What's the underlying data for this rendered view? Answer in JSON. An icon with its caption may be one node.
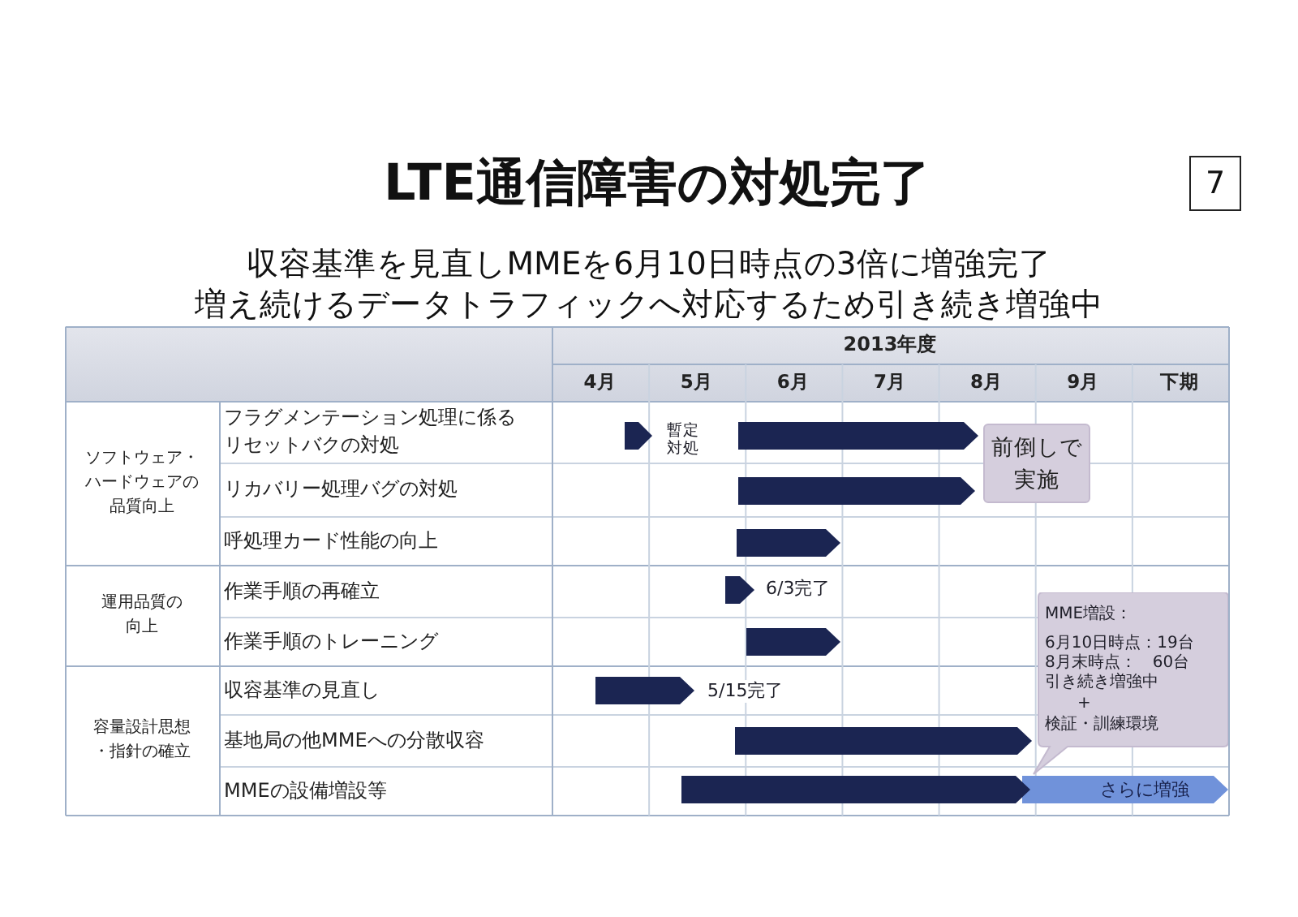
{
  "diagram": {
    "title": "LTE通信障害の対処完了",
    "nodes": [
      {
        "text": [
          "7"
        ]
      },
      {
        "text": [],
        "shape": "bar",
        "beside": [
          "暫定対処"
        ]
      },
      {
        "text": [],
        "shape": "bar"
      },
      {
        "text": [
          "前倒しで実施"
        ]
      },
      {
        "text": [],
        "shape": "bar"
      },
      {
        "text": [],
        "shape": "bar"
      },
      {
        "text": [],
        "shape": "bar",
        "beside": [
          "6/3完了"
        ]
      },
      {
        "text": [
          "MME増設：",
          "6月10日時点：19台",
          "8月末時点：　60台",
          "引き続き増強中",
          "+",
          "検証・訓練環境"
        ]
      },
      {
        "text": [],
        "shape": "bar"
      },
      {
        "text": [],
        "shape": "bar",
        "beside": [
          "5/15完了"
        ]
      },
      {
        "text": [],
        "shape": "bar"
      },
      {
        "text": [],
        "shape": "bar"
      },
      {
        "text": [
          "さらに増強"
        ]
      }
    ],
    "labels": [
      "収容基準を見直しMMEを6月10日時点の3倍に増強完了",
      "増え続けるデータトラフィックへ対応するため引き続き増強中",
      "2013年度",
      "4月",
      "5月",
      "6月",
      "7月",
      "8月",
      "9月",
      "下期",
      "ソフトウェア・ハードウェアの品質向上",
      "フラグメンテーション処理に係るリセットバクの対処",
      "リカバリー処理バグの対処",
      "呼処理カード性能の向上",
      "運用品質の向上",
      "作業手順の再確立",
      "作業手順のトレーニング",
      "容量設計思想・指針の確立",
      "収容基準の見直し",
      "基地局の他MMEへの分散収容",
      "MMEの設備増設等"
    ]
  }
}
